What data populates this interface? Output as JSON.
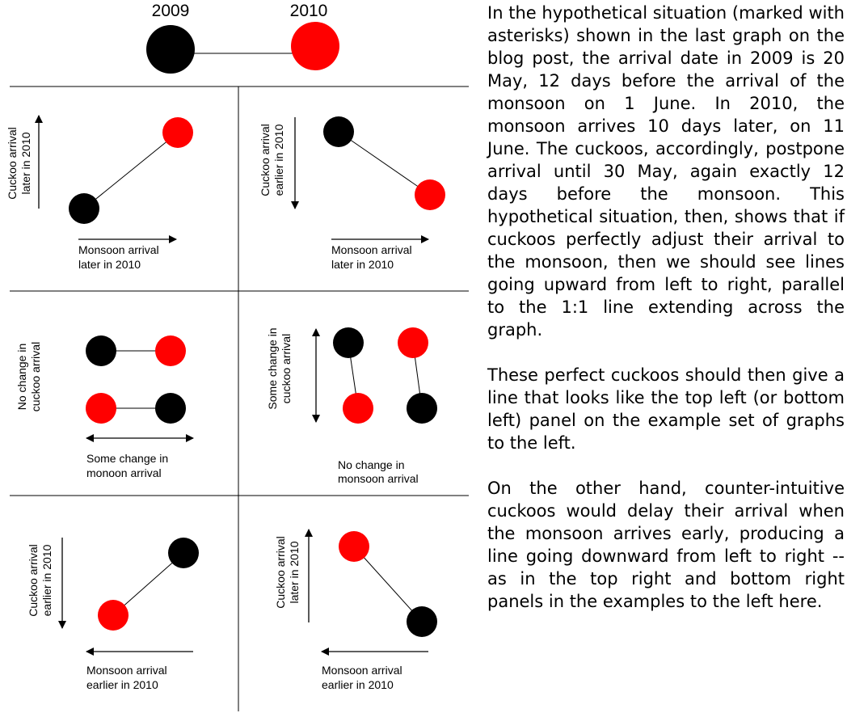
{
  "header": {
    "year_2009": "2009",
    "year_2010": "2010"
  },
  "colors": {
    "year_2009": "#000000",
    "year_2010": "#ff0000",
    "text": "#000000",
    "grid": "#000000"
  },
  "panels": {
    "top_left": {
      "y_label_1": "Cuckoo arrival",
      "y_label_2": "later in 2010",
      "x_label_1": "Monsoon arrival",
      "x_label_2": "later in 2010"
    },
    "top_right": {
      "y_label_1": "Cuckoo arrival",
      "y_label_2": "earlier in 2010",
      "x_label_1": "Monsoon arrival",
      "x_label_2": "later in 2010"
    },
    "mid_left": {
      "y_label_1": "No change in",
      "y_label_2": "cuckoo arrival",
      "x_label_1": "Some change in",
      "x_label_2": "monoon arrival"
    },
    "mid_right": {
      "y_label_1": "Some change in",
      "y_label_2": "cuckoo arrival",
      "x_label_1": "No change in",
      "x_label_2": "monsoon arrival"
    },
    "bottom_left": {
      "y_label_1": "Cuckoo arrival",
      "y_label_2": "earlier in 2010",
      "x_label_1": "Monsoon arrival",
      "x_label_2": "earlier in 2010"
    },
    "bottom_right": {
      "y_label_1": "Cuckoo arrival",
      "y_label_2": "later in 2010",
      "x_label_1": "Monsoon arrival",
      "x_label_2": "earlier in 2010"
    }
  },
  "explanation": {
    "p1": "In the hypothetical situation (marked with asterisks) shown in the last graph on the blog post, the arrival date in 2009 is 20 May, 12 days before the arrival of the monsoon on 1 June. In 2010, the monsoon arrives 10 days later, on 11 June. The cuckoos, accordingly, postpone arrival until 30 May, again exactly 12 days before the monsoon. This hypothetical situation, then, shows that if cuckoos perfectly adjust their arrival to the monsoon, then we should see lines going upward from left to right, parallel to the 1:1 line extending across the graph.",
    "p2": "These perfect cuckoos should then give a line that looks like the top left (or bottom left) panel on the example set of graphs to the left.",
    "p3": "On the other hand, counter-intuitive cuckoos would delay their arrival when the monsoon arrives early, producing a line going downward from left to right -- as in the top right and bottom right panels in the examples to the left here."
  }
}
